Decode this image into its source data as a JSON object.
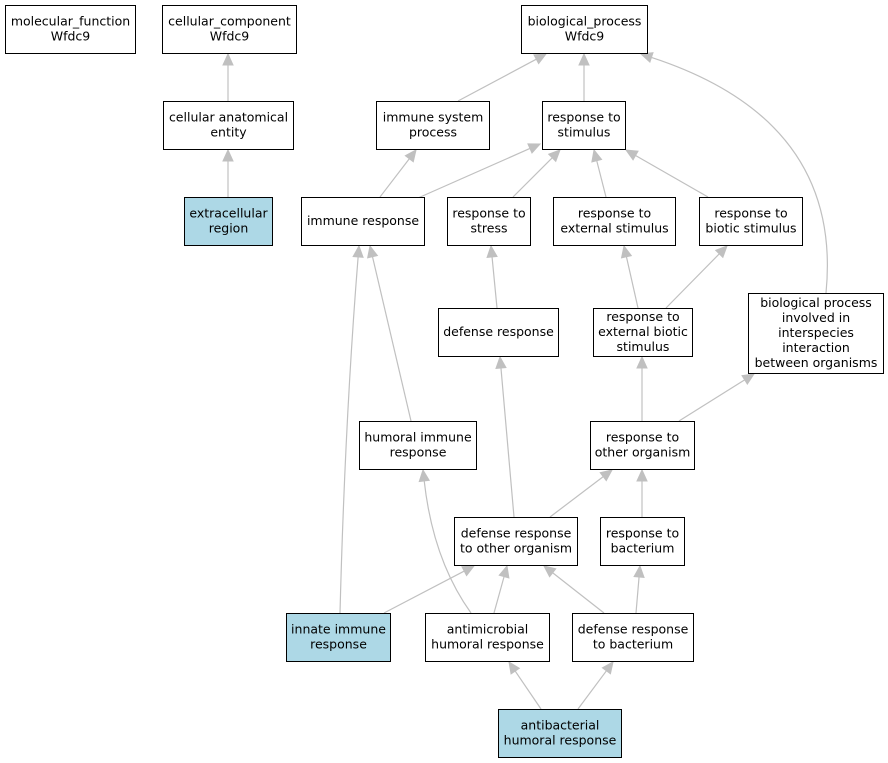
{
  "diagram": {
    "colors": {
      "edge": "#c0c0c0",
      "node_fill_default": "#ffffff",
      "node_fill_highlight": "#add8e6",
      "node_border": "#000000"
    },
    "nodes": [
      {
        "id": "molecular_function",
        "lines": [
          "molecular_function",
          "Wfdc9"
        ],
        "highlight": false
      },
      {
        "id": "cellular_component",
        "lines": [
          "cellular_component",
          "Wfdc9"
        ],
        "highlight": false
      },
      {
        "id": "biological_process",
        "lines": [
          "biological_process",
          "Wfdc9"
        ],
        "highlight": false
      },
      {
        "id": "cellular_anatomical_entity",
        "lines": [
          "cellular anatomical",
          "entity"
        ],
        "highlight": false
      },
      {
        "id": "immune_system_process",
        "lines": [
          "immune system",
          "process"
        ],
        "highlight": false
      },
      {
        "id": "response_to_stimulus",
        "lines": [
          "response to",
          "stimulus"
        ],
        "highlight": false
      },
      {
        "id": "extracellular_region",
        "lines": [
          "extracellular",
          "region"
        ],
        "highlight": true
      },
      {
        "id": "immune_response",
        "lines": [
          "immune response"
        ],
        "highlight": false
      },
      {
        "id": "response_to_stress",
        "lines": [
          "response to",
          "stress"
        ],
        "highlight": false
      },
      {
        "id": "response_to_external_stimulus",
        "lines": [
          "response to",
          "external stimulus"
        ],
        "highlight": false
      },
      {
        "id": "response_to_biotic_stimulus",
        "lines": [
          "response to",
          "biotic stimulus"
        ],
        "highlight": false
      },
      {
        "id": "defense_response",
        "lines": [
          "defense response"
        ],
        "highlight": false
      },
      {
        "id": "response_to_external_biotic_stimulus",
        "lines": [
          "response to",
          "external biotic",
          "stimulus"
        ],
        "highlight": false
      },
      {
        "id": "bp_interspecies_interaction",
        "lines": [
          "biological process",
          "involved in",
          "interspecies",
          "interaction",
          "between organisms"
        ],
        "highlight": false
      },
      {
        "id": "humoral_immune_response",
        "lines": [
          "humoral immune",
          "response"
        ],
        "highlight": false
      },
      {
        "id": "response_to_other_organism",
        "lines": [
          "response to",
          "other organism"
        ],
        "highlight": false
      },
      {
        "id": "defense_response_to_other_organism",
        "lines": [
          "defense response",
          "to other organism"
        ],
        "highlight": false
      },
      {
        "id": "response_to_bacterium",
        "lines": [
          "response to",
          "bacterium"
        ],
        "highlight": false
      },
      {
        "id": "innate_immune_response",
        "lines": [
          "innate immune",
          "response"
        ],
        "highlight": true
      },
      {
        "id": "antimicrobial_humoral_response",
        "lines": [
          "antimicrobial",
          "humoral response"
        ],
        "highlight": false
      },
      {
        "id": "defense_response_to_bacterium",
        "lines": [
          "defense response",
          "to bacterium"
        ],
        "highlight": false
      },
      {
        "id": "antibacterial_humoral_response",
        "lines": [
          "antibacterial",
          "humoral response"
        ],
        "highlight": true
      }
    ],
    "edges": [
      {
        "from": "cellular_anatomical_entity",
        "to": "cellular_component"
      },
      {
        "from": "extracellular_region",
        "to": "cellular_anatomical_entity"
      },
      {
        "from": "immune_system_process",
        "to": "biological_process"
      },
      {
        "from": "response_to_stimulus",
        "to": "biological_process"
      },
      {
        "from": "bp_interspecies_interaction",
        "to": "biological_process"
      },
      {
        "from": "immune_response",
        "to": "immune_system_process"
      },
      {
        "from": "immune_response",
        "to": "response_to_stimulus"
      },
      {
        "from": "response_to_stress",
        "to": "response_to_stimulus"
      },
      {
        "from": "response_to_external_stimulus",
        "to": "response_to_stimulus"
      },
      {
        "from": "response_to_biotic_stimulus",
        "to": "response_to_stimulus"
      },
      {
        "from": "defense_response",
        "to": "response_to_stress"
      },
      {
        "from": "response_to_external_biotic_stimulus",
        "to": "response_to_external_stimulus"
      },
      {
        "from": "response_to_external_biotic_stimulus",
        "to": "response_to_biotic_stimulus"
      },
      {
        "from": "humoral_immune_response",
        "to": "immune_response"
      },
      {
        "from": "innate_immune_response",
        "to": "immune_response"
      },
      {
        "from": "response_to_other_organism",
        "to": "response_to_external_biotic_stimulus"
      },
      {
        "from": "response_to_other_organism",
        "to": "bp_interspecies_interaction"
      },
      {
        "from": "defense_response_to_other_organism",
        "to": "defense_response"
      },
      {
        "from": "defense_response_to_other_organism",
        "to": "response_to_other_organism"
      },
      {
        "from": "response_to_bacterium",
        "to": "response_to_other_organism"
      },
      {
        "from": "innate_immune_response",
        "to": "defense_response_to_other_organism"
      },
      {
        "from": "antimicrobial_humoral_response",
        "to": "defense_response_to_other_organism"
      },
      {
        "from": "antimicrobial_humoral_response",
        "to": "humoral_immune_response"
      },
      {
        "from": "defense_response_to_bacterium",
        "to": "defense_response_to_other_organism"
      },
      {
        "from": "defense_response_to_bacterium",
        "to": "response_to_bacterium"
      },
      {
        "from": "antibacterial_humoral_response",
        "to": "antimicrobial_humoral_response"
      },
      {
        "from": "antibacterial_humoral_response",
        "to": "defense_response_to_bacterium"
      }
    ]
  }
}
